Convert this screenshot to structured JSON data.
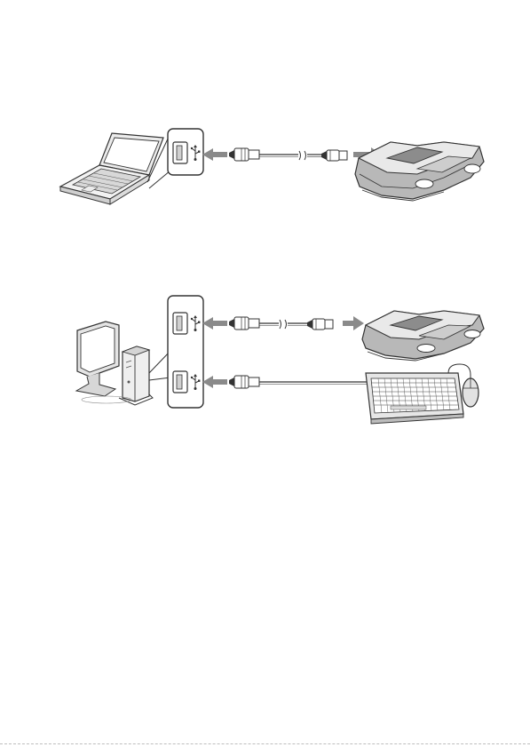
{
  "figure": {
    "diagrams": [
      {
        "host": "laptop",
        "ports": 1,
        "peripherals": [
          "scanner-base"
        ]
      },
      {
        "host": "desktop",
        "ports": 2,
        "peripherals": [
          "scanner-base",
          "keyboard-and-mouse"
        ]
      }
    ],
    "icons": [
      "usb-symbol-icon",
      "arrow-left-icon",
      "arrow-right-icon"
    ],
    "colors": {
      "line": "#3a3a3a",
      "arrow": "#8a8a8a",
      "fill_light": "#e8e8e8",
      "fill_mid": "#c8c8c8",
      "fill_dark": "#6e6e6e"
    }
  }
}
